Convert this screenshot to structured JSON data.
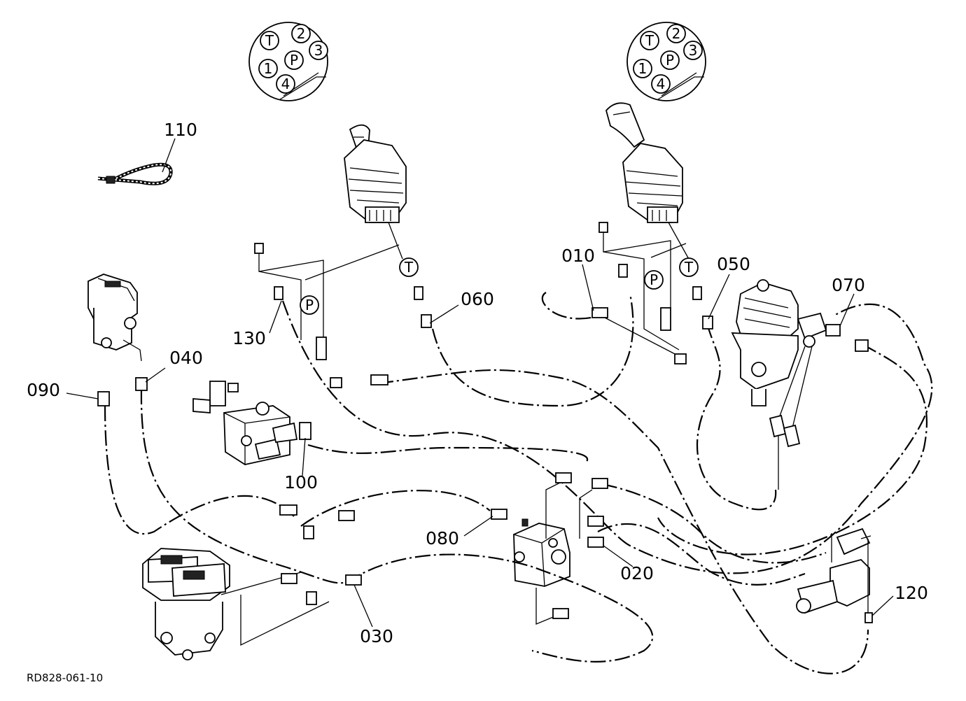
{
  "diagram": {
    "code": "RD828-061-10",
    "callouts": {
      "c010": "010",
      "c020": "020",
      "c030": "030",
      "c040": "040",
      "c050": "050",
      "c060": "060",
      "c070": "070",
      "c080": "080",
      "c090": "090",
      "c100": "100",
      "c110": "110",
      "c120": "120",
      "c130": "130"
    },
    "port_labels": {
      "t": "T",
      "p": "P",
      "one": "1",
      "two": "2",
      "three": "3",
      "four": "4"
    }
  }
}
